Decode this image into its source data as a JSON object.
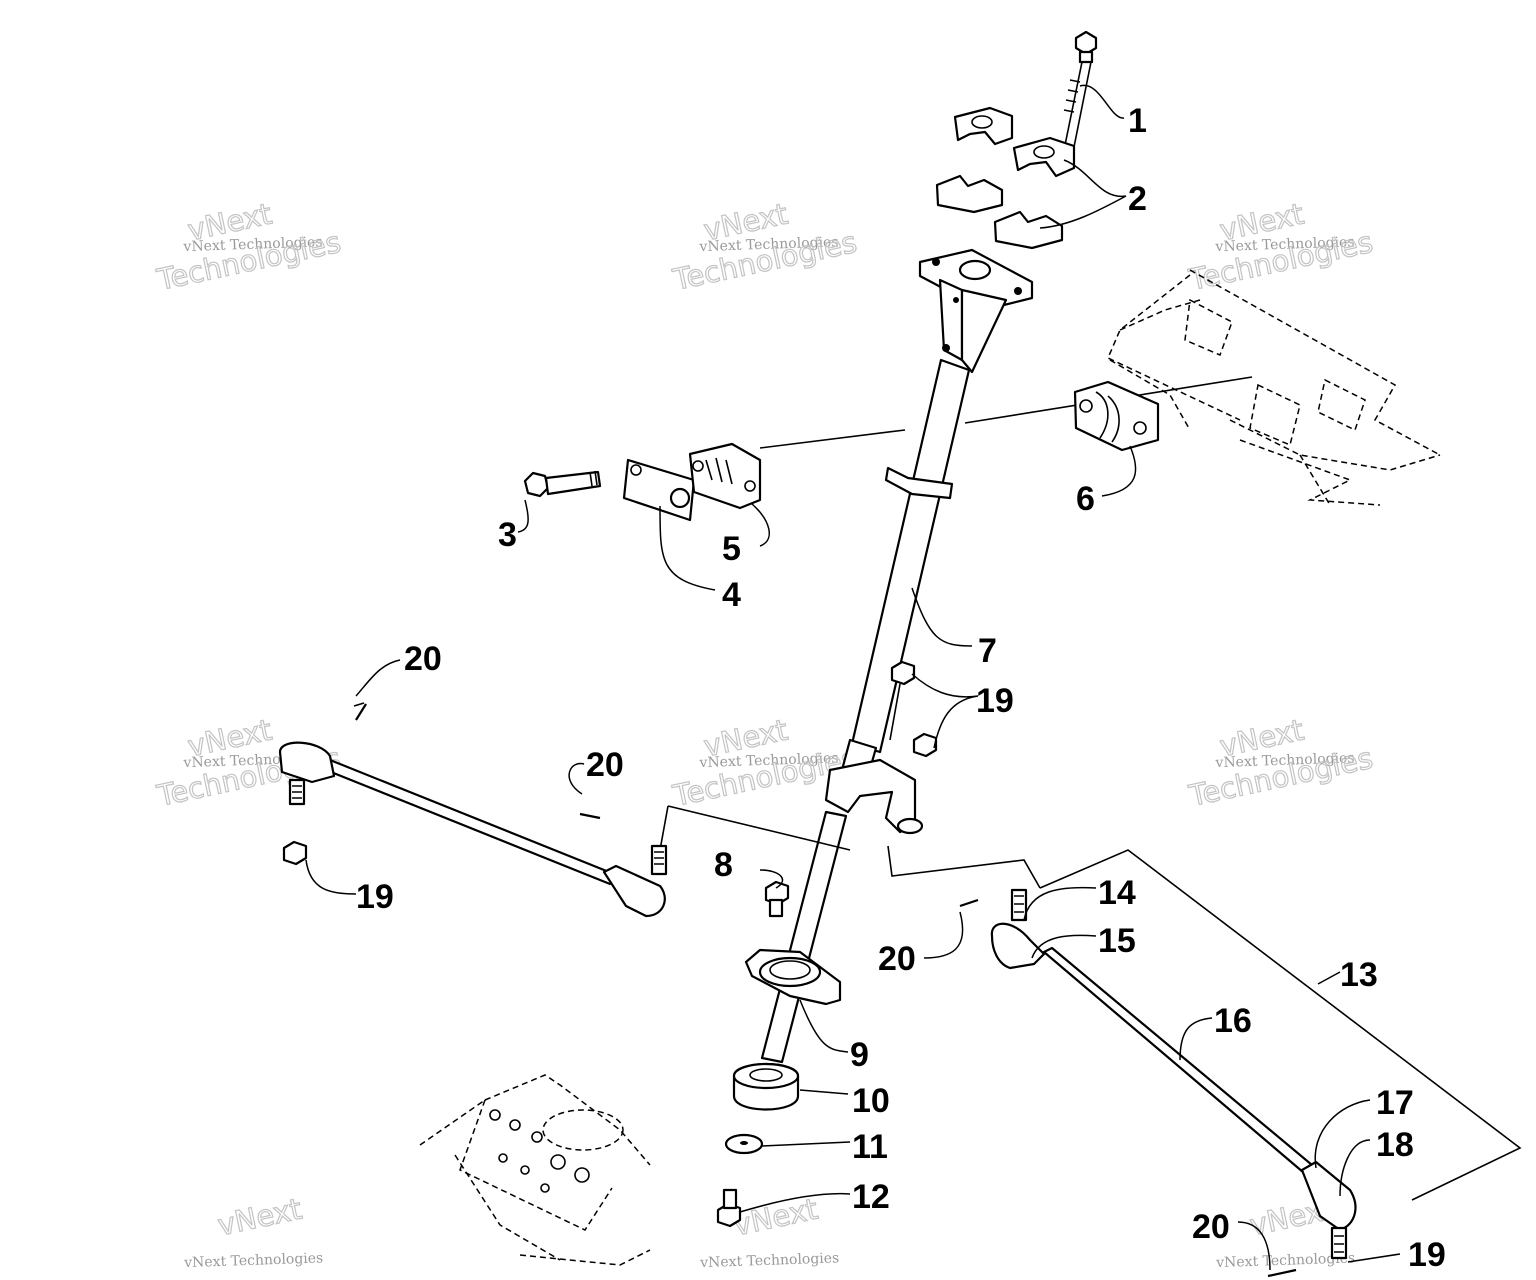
{
  "watermark": {
    "line1": "vNext",
    "line2": "vNext Technologies",
    "line3": "Technologies"
  },
  "callouts": {
    "c1": "1",
    "c2": "2",
    "c3": "3",
    "c4": "4",
    "c5": "5",
    "c6": "6",
    "c7": "7",
    "c8": "8",
    "c9": "9",
    "c10": "10",
    "c11": "11",
    "c12": "12",
    "c13": "13",
    "c14": "14",
    "c15": "15",
    "c16": "16",
    "c17": "17",
    "c18": "18",
    "c19a": "19",
    "c19b": "19",
    "c19c": "19",
    "c20a": "20",
    "c20b": "20",
    "c20c": "20",
    "c20d": "20"
  }
}
